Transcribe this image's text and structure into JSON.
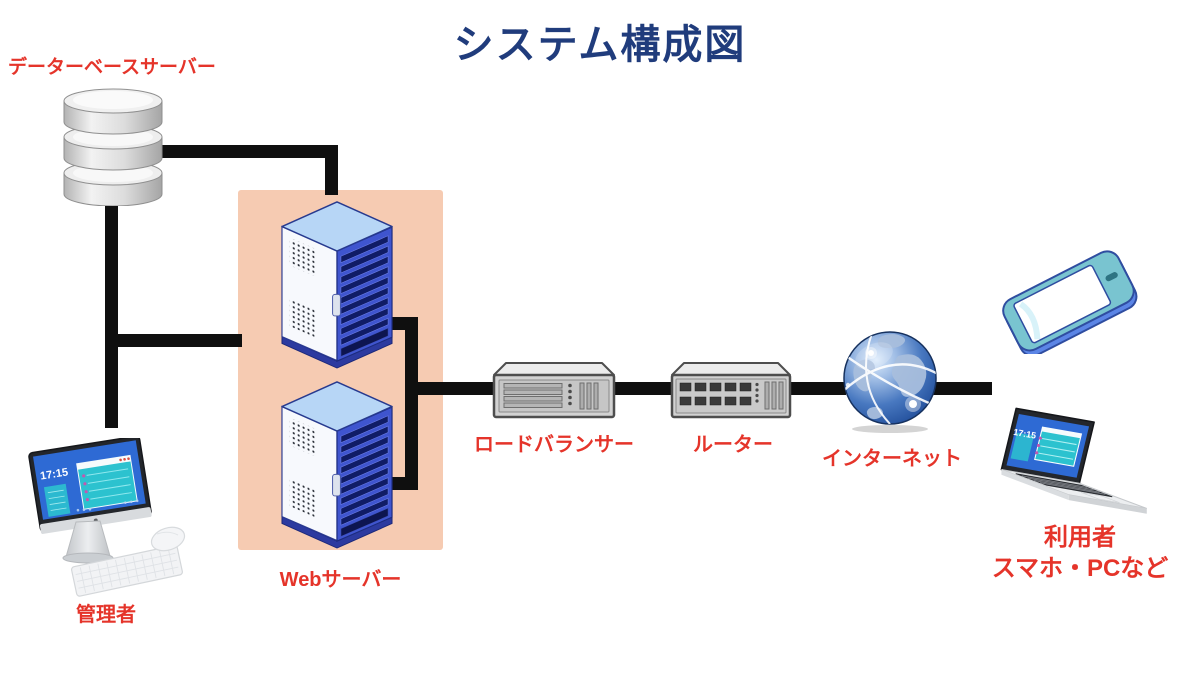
{
  "title": "システム構成図",
  "clock": "17:15",
  "colors": {
    "title_text": "#203c7c",
    "label_text": "#e5342a",
    "web_server_group_box": "#f6cbb2",
    "connector": "#0f0f0f",
    "server_blue": "#3f55cf",
    "globe_blue": "#2e5ea8"
  },
  "nodes": {
    "database": {
      "label": "データーベースサーバー",
      "icon": "database-icon"
    },
    "web_server_group": {
      "label": "Webサーバー",
      "icon": "server-tower-icon",
      "server_count": 2
    },
    "load_balancer": {
      "label": "ロードバランサー",
      "icon": "load-balancer-icon"
    },
    "router": {
      "label": "ルーター",
      "icon": "router-icon"
    },
    "internet": {
      "label": "インターネット",
      "icon": "internet-globe-icon"
    },
    "users": {
      "label_line1": "利用者",
      "label_line2": "スマホ・PCなど",
      "icons": [
        "smartphone-icon",
        "laptop-icon"
      ]
    },
    "admin": {
      "label": "管理者",
      "icon": "desktop-computer-icon"
    }
  }
}
